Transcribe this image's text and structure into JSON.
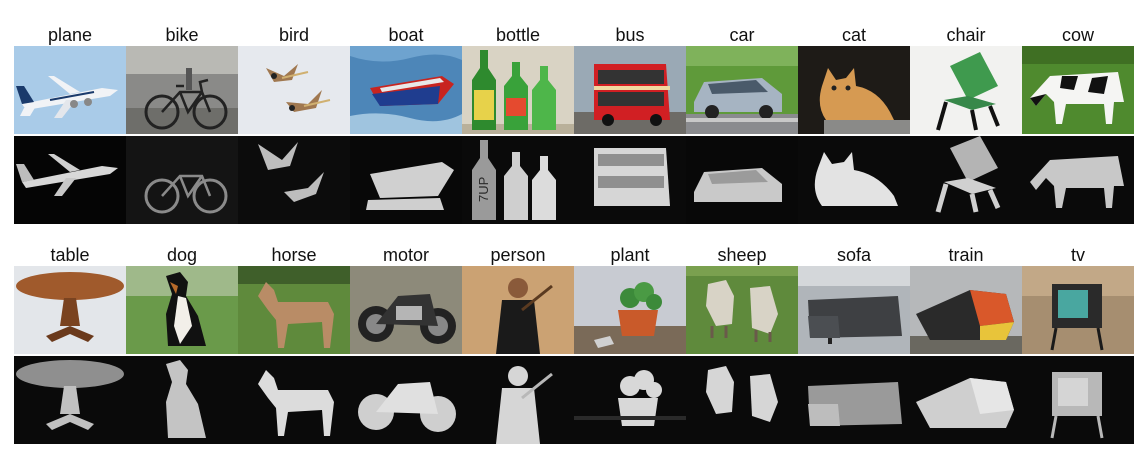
{
  "rows": [
    {
      "labels": [
        "plane",
        "bike",
        "bird",
        "boat",
        "bottle",
        "bus",
        "car",
        "cat",
        "chair",
        "cow"
      ]
    },
    {
      "labels": [
        "table",
        "dog",
        "horse",
        "motor",
        "person",
        "plant",
        "sheep",
        "sofa",
        "train",
        "tv"
      ]
    }
  ],
  "top_bottle_text": "7UP"
}
